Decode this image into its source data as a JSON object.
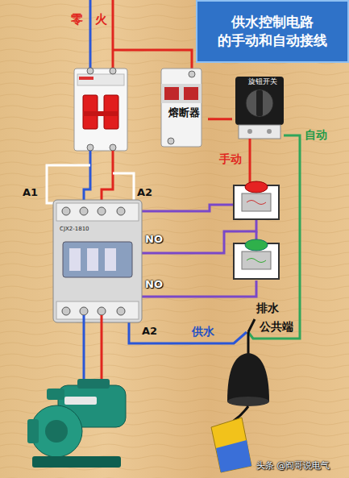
{
  "diagram": {
    "title": "供水控制电路 的手动和自动接线",
    "nodes": [
      {
        "text": [
          "熔断器"
        ]
      },
      {
        "text": [
          "旋钮开关"
        ]
      },
      {
        "text": [
          "CJX2-1810"
        ]
      }
    ],
    "edges": [
      {
        "from": 0,
        "to": 1,
        "arrow": "none"
      }
    ],
    "labels": [
      "零",
      "火",
      "自动",
      "手动",
      "A1",
      "A2",
      "NO",
      "NO",
      "A2",
      "排水",
      "供水",
      "公共端",
      "头条 @阎哥说电气"
    ]
  }
}
